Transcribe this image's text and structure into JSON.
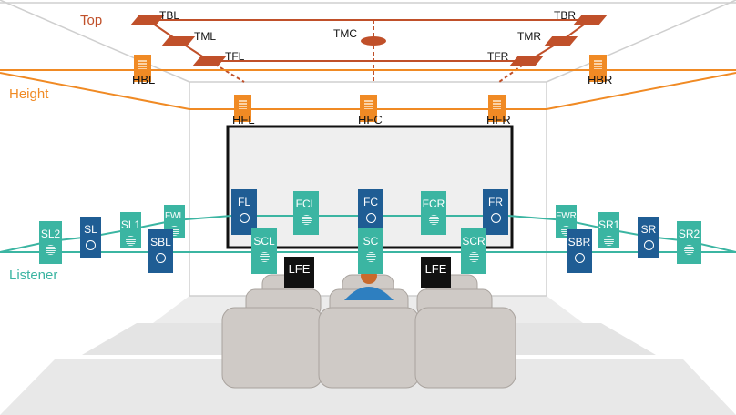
{
  "groups": {
    "top": "Top",
    "height": "Height",
    "listener": "Listener"
  },
  "colors": {
    "top": "#c0502a",
    "height": "#f08a24",
    "listener": "#3bb5a2",
    "listener_dark": "#1f5d94"
  },
  "top_speakers": [
    "TBL",
    "TML",
    "TFL",
    "TMC",
    "TMR",
    "TBR",
    "TFR"
  ],
  "height_speakers": [
    "HBL",
    "HFL",
    "HFC",
    "HFR",
    "HBR"
  ],
  "listener_speakers": [
    "FL",
    "FCL",
    "FC",
    "FCR",
    "FR",
    "SCL",
    "SC",
    "SCR",
    "SL2",
    "SL",
    "SL1",
    "FWL",
    "SBL",
    "FWR",
    "SR1",
    "SR",
    "SR2",
    "SBR"
  ],
  "subwoofers": [
    "LFE",
    "LFE"
  ]
}
